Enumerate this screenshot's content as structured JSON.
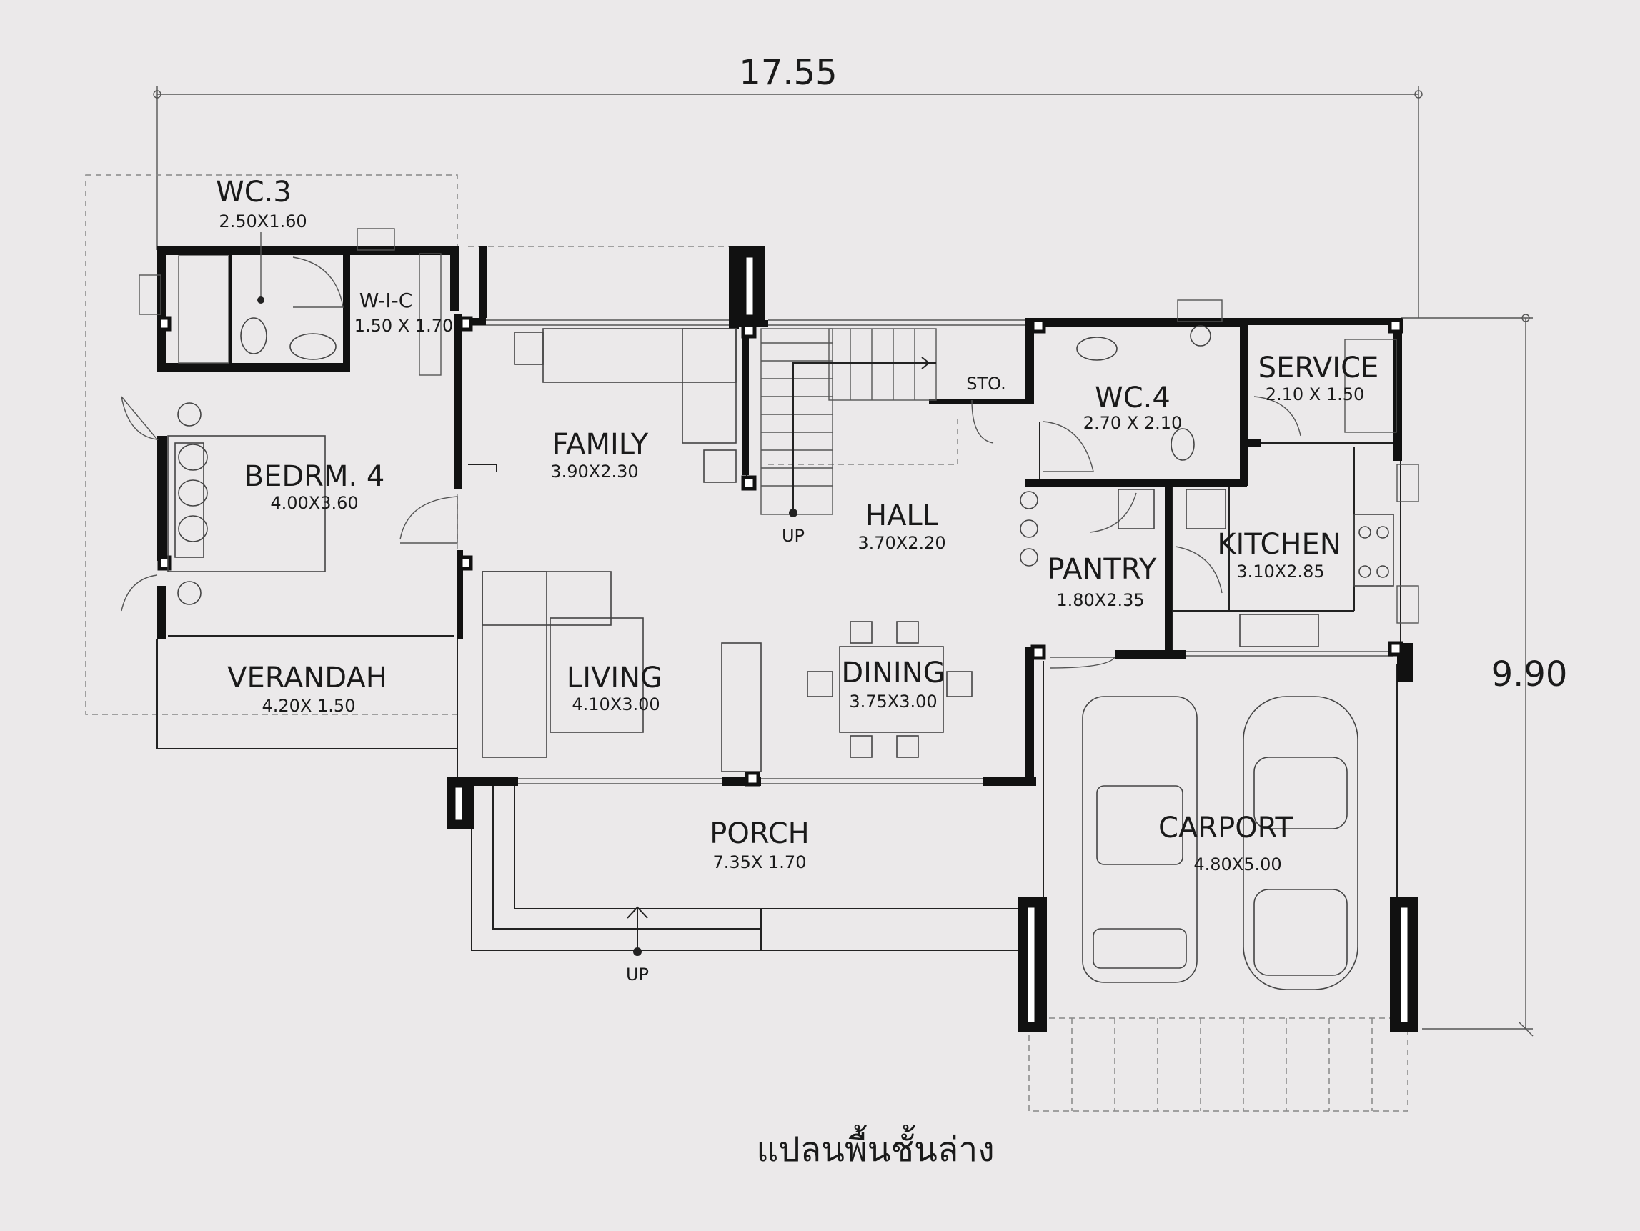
{
  "dimensions": {
    "width_label": "17.55",
    "depth_label": "9.90"
  },
  "rooms": {
    "wc3": {
      "name": "WC.3",
      "size": "2.50X1.60"
    },
    "wic": {
      "name": "W-I-C",
      "size": "1.50 X 1.70"
    },
    "bedroom4": {
      "name": "BEDRM. 4",
      "size": "4.00X3.60"
    },
    "verandah": {
      "name": "VERANDAH",
      "size": "4.20X 1.50"
    },
    "family": {
      "name": "FAMILY",
      "size": "3.90X2.30"
    },
    "living": {
      "name": "LIVING",
      "size": "4.10X3.00"
    },
    "hall": {
      "name": "HALL",
      "size": "3.70X2.20"
    },
    "dining": {
      "name": "DINING",
      "size": "3.75X3.00"
    },
    "storage": {
      "name": "STO."
    },
    "wc4": {
      "name": "WC.4",
      "size": "2.70 X 2.10"
    },
    "service": {
      "name": "SERVICE",
      "size": "2.10 X 1.50"
    },
    "pantry": {
      "name": "PANTRY",
      "size": "1.80X2.35"
    },
    "kitchen": {
      "name": "KITCHEN",
      "size": "3.10X2.85"
    },
    "porch": {
      "name": "PORCH",
      "size": "7.35X 1.70"
    },
    "carport": {
      "name": "CARPORT",
      "size": "4.80X5.00"
    }
  },
  "stairs": {
    "up_label": "UP"
  },
  "entry": {
    "up_label": "UP"
  },
  "plan_title": "แปลนพื้นชั้นล่าง"
}
